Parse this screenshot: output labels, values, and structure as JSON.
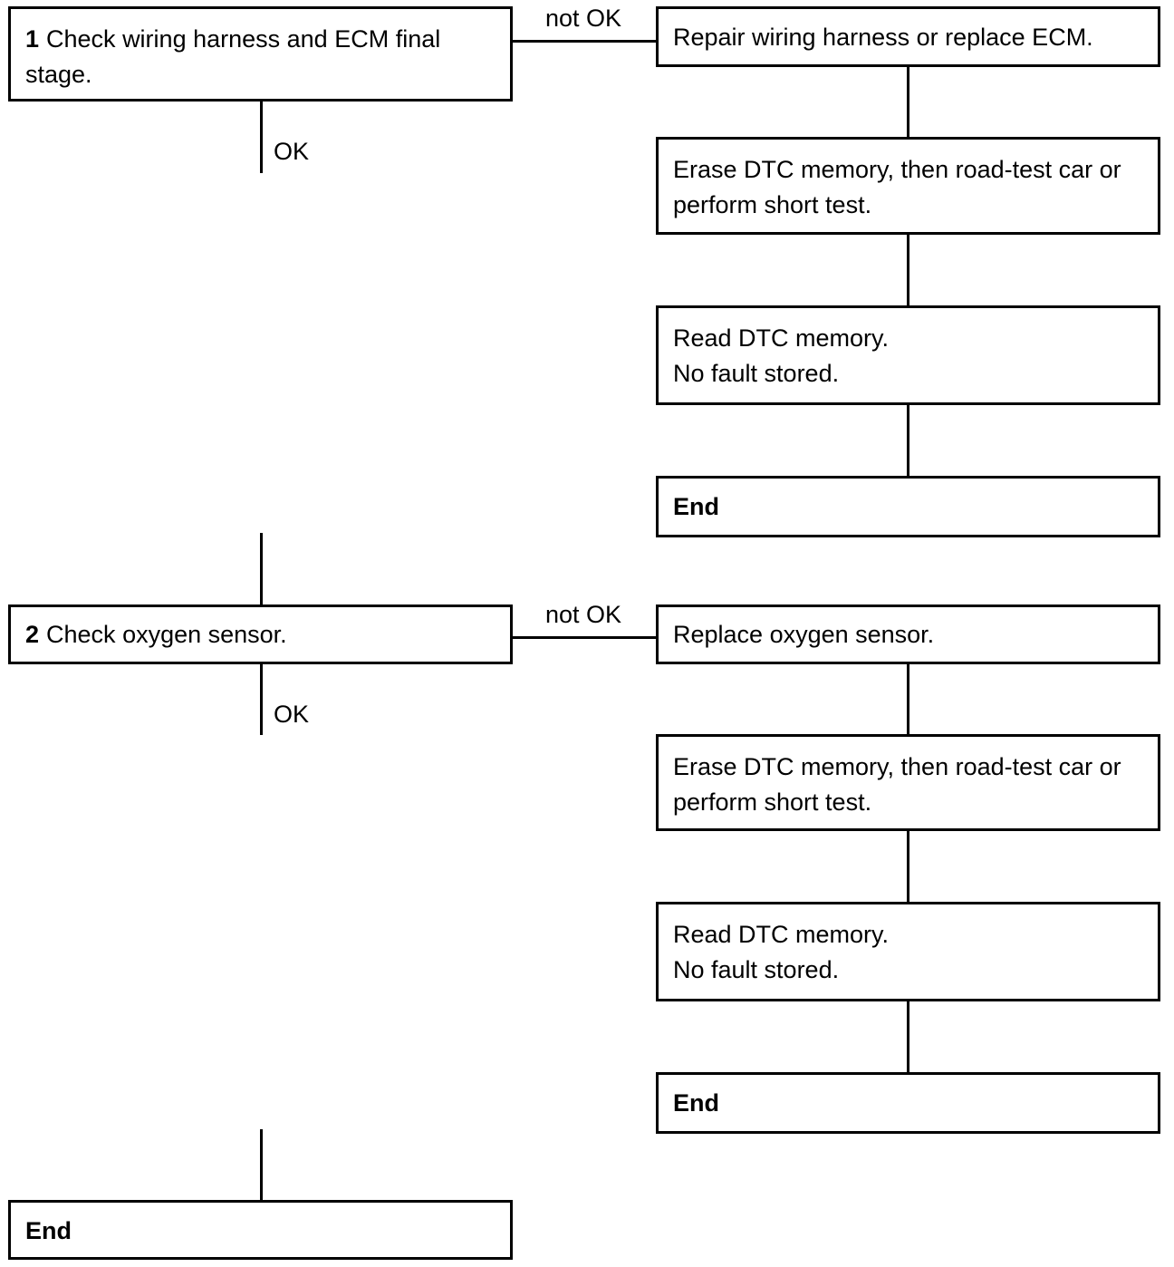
{
  "flowchart": {
    "step1": {
      "number": "1",
      "text": "Check wiring harness and ECM final stage."
    },
    "step1_not_ok_label": "not OK",
    "step1_ok_label": "OK",
    "branch1": {
      "repair": "Repair wiring harness or replace ECM.",
      "erase": "Erase DTC memory, then road-test car or perform short test.",
      "read_line1": "Read DTC memory.",
      "read_line2": "No fault stored.",
      "end": "End"
    },
    "step2": {
      "number": "2",
      "text": "Check oxygen sensor."
    },
    "step2_not_ok_label": "not OK",
    "step2_ok_label": "OK",
    "branch2": {
      "replace": "Replace oxygen sensor.",
      "erase": "Erase DTC memory, then road-test car or perform short test.",
      "read_line1": "Read DTC memory.",
      "read_line2": "No fault stored.",
      "end": "End"
    },
    "final_end": "End"
  }
}
